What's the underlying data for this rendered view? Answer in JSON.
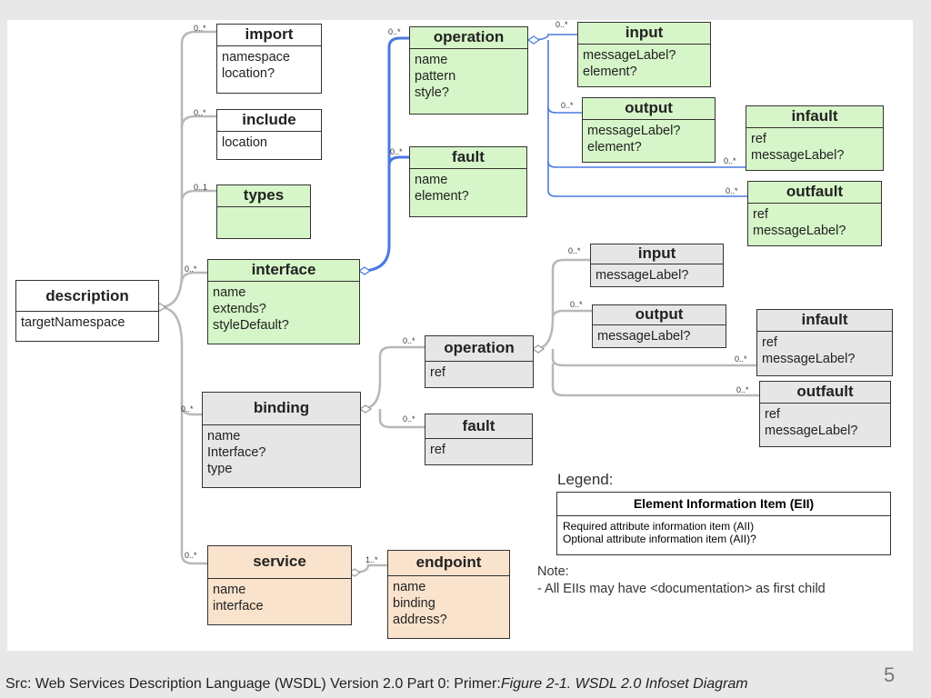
{
  "elements": {
    "description": {
      "name": "description",
      "attrs": [
        "targetNamespace"
      ]
    },
    "import": {
      "name": "import",
      "attrs": [
        "namespace",
        "location?"
      ]
    },
    "include": {
      "name": "include",
      "attrs": [
        "location"
      ]
    },
    "types": {
      "name": "types",
      "attrs": []
    },
    "interface": {
      "name": "interface",
      "attrs": [
        "name",
        "extends?",
        "styleDefault?"
      ]
    },
    "if_operation": {
      "name": "operation",
      "attrs": [
        "name",
        "pattern",
        "style?"
      ]
    },
    "if_fault": {
      "name": "fault",
      "attrs": [
        "name",
        "element?"
      ]
    },
    "if_input": {
      "name": "input",
      "attrs": [
        "messageLabel?",
        "element?"
      ]
    },
    "if_output": {
      "name": "output",
      "attrs": [
        "messageLabel?",
        "element?"
      ]
    },
    "if_infault": {
      "name": "infault",
      "attrs": [
        "ref",
        "messageLabel?"
      ]
    },
    "if_outfault": {
      "name": "outfault",
      "attrs": [
        "ref",
        "messageLabel?"
      ]
    },
    "binding": {
      "name": "binding",
      "attrs": [
        "name",
        "Interface?",
        "type"
      ]
    },
    "b_operation": {
      "name": "operation",
      "attrs": [
        "ref"
      ]
    },
    "b_fault": {
      "name": "fault",
      "attrs": [
        "ref"
      ]
    },
    "b_input": {
      "name": "input",
      "attrs": [
        "messageLabel?"
      ]
    },
    "b_output": {
      "name": "output",
      "attrs": [
        "messageLabel?"
      ]
    },
    "b_infault": {
      "name": "infault",
      "attrs": [
        "ref",
        "messageLabel?"
      ]
    },
    "b_outfault": {
      "name": "outfault",
      "attrs": [
        "ref",
        "messageLabel?"
      ]
    },
    "service": {
      "name": "service",
      "attrs": [
        "name",
        "interface"
      ]
    },
    "endpoint": {
      "name": "endpoint",
      "attrs": [
        "name",
        "binding",
        "address?"
      ]
    }
  },
  "multiplicity": {
    "import": "0..*",
    "include": "0..*",
    "types": "0..1",
    "interface": "0..*",
    "binding": "0..*",
    "service": "0..*",
    "if_operation": "0..*",
    "if_fault": "0..*",
    "if_input": "0..*",
    "if_output": "0..*",
    "if_infault": "0..*",
    "if_outfault": "0..*",
    "b_operation": "0..*",
    "b_fault": "0..*",
    "b_input": "0..*",
    "b_output": "0..*",
    "b_infault": "0..*",
    "b_outfault": "0..*",
    "endpoint": "1..*"
  },
  "legend": {
    "title": "Legend:",
    "header": "Element Information Item (EII)",
    "rows": [
      "Required attribute information item (AII)",
      "Optional attribute information item (AII)?"
    ]
  },
  "note": {
    "title": "Note:",
    "text": "- All EIIs may have  <documentation> as first child"
  },
  "caption": {
    "prefix": "Src: Web Services Description Language (WSDL) Version 2.0 Part 0: Primer:",
    "figure": "Figure 2-1. WSDL 2.0 Infoset Diagram"
  },
  "page_number": "5",
  "colors": {
    "green": "#d6f5c8",
    "gray": "#e6e6e6",
    "tan": "#fae3cc",
    "blue_link": "#4a78e0",
    "gray_link": "#b8b8b8"
  }
}
